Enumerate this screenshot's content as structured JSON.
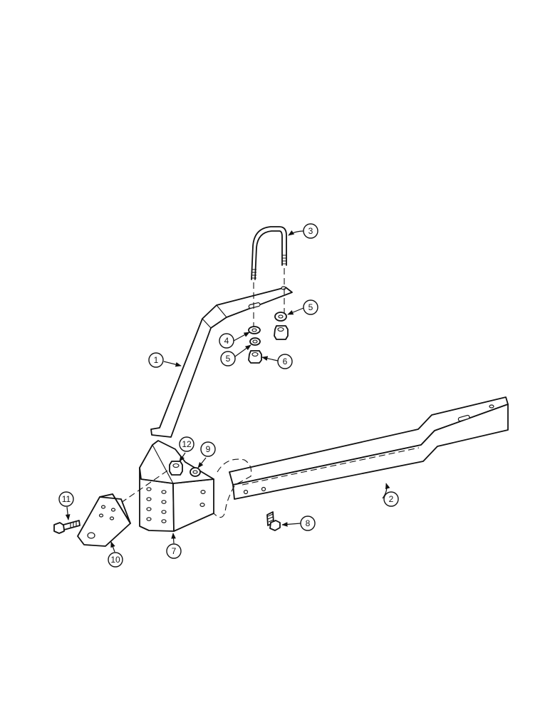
{
  "callouts": [
    {
      "id": "c1",
      "label": "1"
    },
    {
      "id": "c2",
      "label": "2"
    },
    {
      "id": "c3",
      "label": "3"
    },
    {
      "id": "c4",
      "label": "4"
    },
    {
      "id": "c5a",
      "label": "5"
    },
    {
      "id": "c5b",
      "label": "5"
    },
    {
      "id": "c6",
      "label": "6"
    },
    {
      "id": "c7",
      "label": "7"
    },
    {
      "id": "c8",
      "label": "8"
    },
    {
      "id": "c9",
      "label": "9"
    },
    {
      "id": "c10",
      "label": "10"
    },
    {
      "id": "c11",
      "label": "11"
    },
    {
      "id": "c12",
      "label": "12"
    }
  ]
}
